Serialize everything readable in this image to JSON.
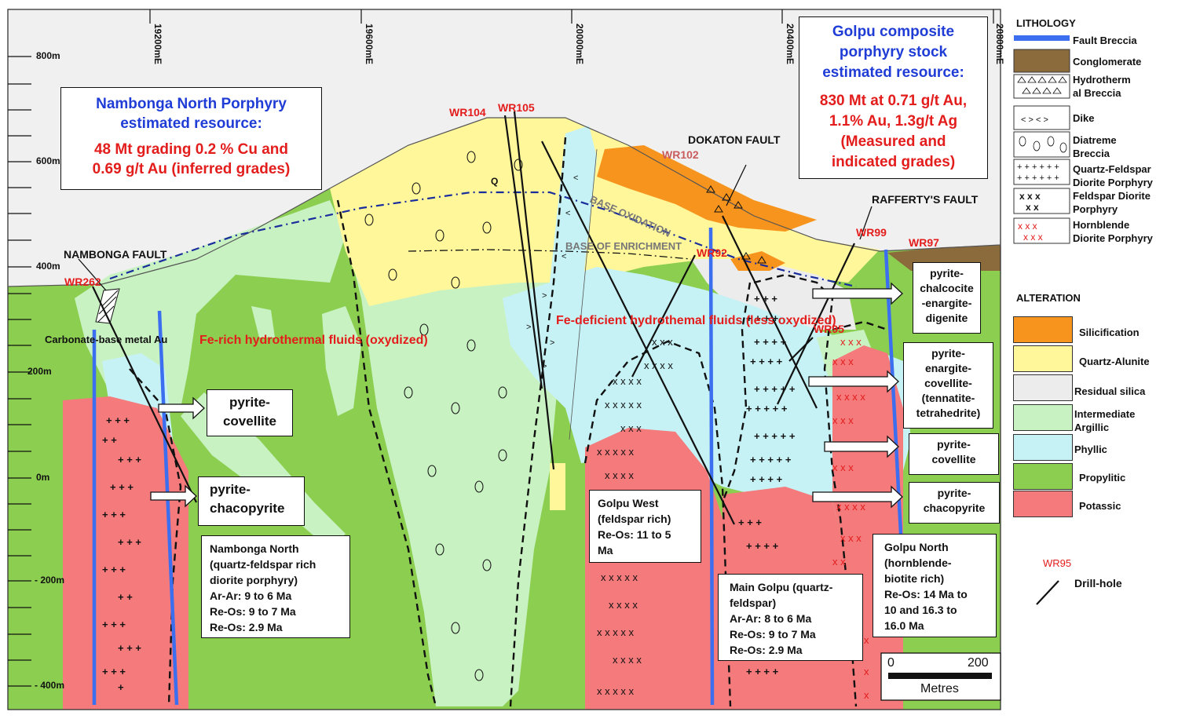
{
  "section": {
    "eastings": [
      "19200mE",
      "19600mE",
      "20000mE",
      "20400mE",
      "20800mE"
    ],
    "elevations": [
      "800m",
      "600m",
      "400m",
      "200m",
      "0m",
      "- 200m",
      "- 400m"
    ]
  },
  "resources": {
    "nambonga": {
      "title1": "Nambonga North Porphyry",
      "title2": "estimated resource:",
      "grade1": "48 Mt grading 0.2 % Cu and",
      "grade2": "0.69 g/t Au  (inferred grades)"
    },
    "golpu": {
      "title1": "Golpu composite",
      "title2": "porphyry stock",
      "title3": "estimated resource:",
      "grade1": "830 Mt at 0.71 g/t Au,",
      "grade2": "1.1% Au, 1.3g/t Ag",
      "grade3": "(Measured and",
      "grade4": "indicated grades)"
    }
  },
  "faults": {
    "nambonga": "NAMBONGA FAULT",
    "dokaton": "DOKATON FAULT",
    "rafferty": "RAFFERTY'S FAULT"
  },
  "drillholes": {
    "wr262": "WR262",
    "wr104": "WR104",
    "wr105": "WR105",
    "wr102": "WR102",
    "wr92": "WR92",
    "wr99": "WR99",
    "wr97": "WR97",
    "wr95": "WR95"
  },
  "annotations": {
    "base_oxidation": "BASE OXIDATION",
    "base_enrichment": "BASE OF ENRICHMENT",
    "q": "Q",
    "carbonate": "Carbonate-base metal Au",
    "fe_rich": [
      "Fe-rich",
      "hydrothermal",
      "fluids (oxydized)"
    ],
    "fe_deficient": [
      "Fe-deficient",
      "hydrothemal",
      "fluids (less",
      "oxydized)"
    ]
  },
  "mineral_boxes": {
    "pyrite_covellite_left": [
      "pyrite-",
      "covellite"
    ],
    "pyrite_chacopyrite_left": [
      "pyrite-",
      "chacopyrite"
    ],
    "pyrite_chalcocite": [
      "pyrite-",
      "chalcocite",
      "-enargite-",
      "digenite"
    ],
    "pyrite_enargite": [
      "pyrite-",
      "enargite-",
      "covellite-",
      "(tennatite-",
      "tetrahedrite)"
    ],
    "pyrite_covellite_right": [
      "pyrite-",
      "covellite"
    ],
    "pyrite_chacopyrite_right": [
      "pyrite-",
      "chacopyrite"
    ]
  },
  "stocks": {
    "nambonga_north": [
      "Nambonga North",
      "(quartz-feldspar rich",
      "diorite porphyry)",
      "Ar-Ar: 9  to 6 Ma",
      "Re-Os: 9 to 7 Ma",
      "Re-Os: 2.9 Ma"
    ],
    "golpu_west": [
      "Golpu West",
      "(feldspar rich)",
      "Re-Os: 11 to 5",
      "Ma"
    ],
    "main_golpu": [
      "Main Golpu (quartz-",
      "feldspar)",
      "Ar-Ar: 8 to 6 Ma",
      "Re-Os: 9  to 7 Ma",
      "Re-Os: 2.9 Ma"
    ],
    "golpu_north": [
      "Golpu North",
      "(hornblende-",
      "biotite rich)",
      "Re-Os: 14 Ma to",
      "10 and 16.3 to",
      "16.0 Ma"
    ]
  },
  "scale": {
    "zero": "0",
    "max": "200",
    "unit": "Metres"
  },
  "legend": {
    "lithology_title": "LITHOLOGY",
    "lithology": [
      {
        "label": "Fault Breccia",
        "pattern": "blue-line"
      },
      {
        "label": "Conglomerate",
        "pattern": "brown-dots"
      },
      {
        "label": "Hydrotherm\nal Breccia",
        "pattern": "triangles"
      },
      {
        "label": "Dike",
        "pattern": "chevrons"
      },
      {
        "label": "Diatreme\nBreccia",
        "pattern": "ovals"
      },
      {
        "label": "Quartz-Feldspar\nDiorite Porphyry",
        "pattern": "plus"
      },
      {
        "label": "Feldspar Diorite\nPorphyry",
        "pattern": "x-black"
      },
      {
        "label": "Hornblende\nDiorite Porphyry",
        "pattern": "x-red"
      }
    ],
    "alteration_title": "ALTERATION",
    "alteration": [
      {
        "label": "Silicification",
        "color": "#f7941d"
      },
      {
        "label": "Quartz-Alunite",
        "color": "#fff79a"
      },
      {
        "label": "Residual silica",
        "color": "#ececec"
      },
      {
        "label": "Intermediate\nArgillic",
        "color": "#c9f2c3"
      },
      {
        "label": "Phyllic",
        "color": "#c6f2f5"
      },
      {
        "label": "Propylitic",
        "color": "#8ccf50"
      },
      {
        "label": "Potassic",
        "color": "#f47a7c"
      }
    ],
    "drill_sample": "WR95",
    "drill_label": "Drill-hole"
  },
  "colors": {
    "propylitic": "#8ccf50",
    "potassic": "#f47a7c",
    "phyllic": "#c6f2f5",
    "argillic": "#c9f2c3",
    "alunite": "#fff79a",
    "residual": "#ececec",
    "silicification": "#f7941d",
    "fault": "#3b6ff0",
    "drill_label": "#e31c1c"
  }
}
